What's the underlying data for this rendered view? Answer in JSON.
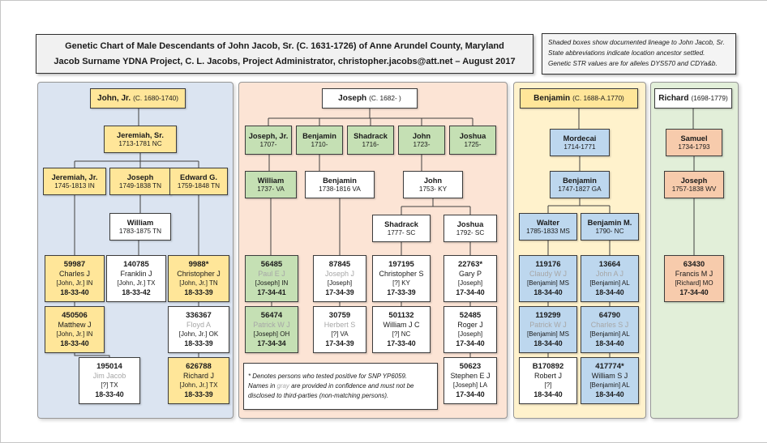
{
  "title": {
    "line1": "Genetic Chart of Male Descendants of John Jacob, Sr. (C. 1631-1726) of Anne Arundel County, Maryland",
    "line2": "Jacob Surname YDNA Project, C. L. Jacobs, Project Administrator, christopher.jacobs@att.net – August 2017"
  },
  "legend": {
    "line1": "Shaded boxes show documented lineage to John Jacob, Sr.",
    "line2": "State abbreviations indicate location ancestor settled.",
    "line3": "Genetic STR values are for alleles DYS570 and CDYa&b."
  },
  "footnote": {
    "line1": "* Denotes persons who tested positive for SNP YP6059.",
    "line2_pre": "Names in ",
    "line2_gray": "gray",
    "line2_post": " are provided in confidence and must not be",
    "line3": "disclosed to third-parties (non-matching persons)."
  },
  "colors": {
    "panel-blue": "#dbe4f1",
    "panel-peach": "#fce4d5",
    "panel-yellow": "#fff2cc",
    "panel-green": "#e2efd9",
    "box-yellow": "#ffe699",
    "box-green": "#c5e0b4",
    "box-blue": "#bdd7ee",
    "box-pink": "#f7cbac",
    "box-white": "#ffffff",
    "gray-name": "#a6a6a6",
    "line": "#404040"
  },
  "panels": {
    "p1": {
      "header": {
        "name": "John, Jr.",
        "dates": "(C. 1680-1740)"
      },
      "jeremiah_sr": {
        "name": "Jeremiah, Sr.",
        "dates": "1713-1781 NC"
      },
      "jeremiah_jr": {
        "name": "Jeremiah, Jr.",
        "dates": "1745-1813 IN"
      },
      "joseph": {
        "name": "Joseph",
        "dates": "1749-1838 TN"
      },
      "edward_g": {
        "name": "Edward G.",
        "dates": "1759-1848 TN"
      },
      "william": {
        "name": "William",
        "dates": "1783-1875 TN"
      },
      "k59987": {
        "kit": "59987",
        "person": "Charles J",
        "lineage": "[John, Jr.] IN",
        "str": "18-33-40"
      },
      "k140785": {
        "kit": "140785",
        "person": "Franklin J",
        "lineage": "[John, Jr.] TX",
        "str": "18-33-42"
      },
      "k9988": {
        "kit": "9988*",
        "person": "Christopher J",
        "lineage": "[John, Jr.] TN",
        "str": "18-33-39"
      },
      "k450506": {
        "kit": "450506",
        "person": "Matthew J",
        "lineage": "[John, Jr.] IN",
        "str": "18-33-40"
      },
      "k336367": {
        "kit": "336367",
        "person": "Floyd A",
        "lineage": "[John, Jr.] OK",
        "str": "18-33-39"
      },
      "k195014": {
        "kit": "195014",
        "person": "Jim Jacob",
        "lineage": "[?] TX",
        "str": "18-33-40"
      },
      "k626788": {
        "kit": "626788",
        "person": "Richard J",
        "lineage": "[John, Jr.] TX",
        "str": "18-33-39"
      }
    },
    "p2": {
      "header": {
        "name": "Joseph",
        "dates": "(C. 1682- )"
      },
      "joseph_jr": {
        "name": "Joseph, Jr.",
        "dates": "1707-"
      },
      "benjamin": {
        "name": "Benjamin",
        "dates": "1710-"
      },
      "shadrack": {
        "name": "Shadrack",
        "dates": "1716-"
      },
      "john": {
        "name": "John",
        "dates": "1723-"
      },
      "joshua": {
        "name": "Joshua",
        "dates": "1725-"
      },
      "william": {
        "name": "William",
        "dates": "1737- VA"
      },
      "benjamin2": {
        "name": "Benjamin",
        "dates": "1738-1816 VA"
      },
      "john2": {
        "name": "John",
        "dates": "1753- KY"
      },
      "shadrack2": {
        "name": "Shadrack",
        "dates": "1777- SC"
      },
      "joshua2": {
        "name": "Joshua",
        "dates": "1792- SC"
      },
      "k56485": {
        "kit": "56485",
        "person": "Paul E J",
        "lineage": "[Joseph] IN",
        "str": "17-34-41"
      },
      "k87845": {
        "kit": "87845",
        "person": "Joseph J",
        "lineage": "[Joseph]",
        "str": "17-34-39"
      },
      "k197195": {
        "kit": "197195",
        "person": "Christopher S",
        "lineage": "[?] KY",
        "str": "17-33-39"
      },
      "k22763": {
        "kit": "22763*",
        "person": "Gary P",
        "lineage": "[Joseph]",
        "str": "17-34-40"
      },
      "k56474": {
        "kit": "56474",
        "person": "Patrick W J",
        "lineage": "[Joseph] OH",
        "str": "17-34-34"
      },
      "k30759": {
        "kit": "30759",
        "person": "Herbert S",
        "lineage": "[?] VA",
        "str": "17-34-39"
      },
      "k501132": {
        "kit": "501132",
        "person": "William J C",
        "lineage": "[?] NC",
        "str": "17-33-40"
      },
      "k52485": {
        "kit": "52485",
        "person": "Roger J",
        "lineage": "[Joseph]",
        "str": "17-34-40"
      },
      "k50623": {
        "kit": "50623",
        "person": "Stephen E J",
        "lineage": "[Joseph] LA",
        "str": "17-34-40"
      }
    },
    "p3": {
      "header": {
        "name": "Benjamin",
        "dates": "(C. 1688-A.1770)"
      },
      "mordecai": {
        "name": "Mordecai",
        "dates": "1714-1771"
      },
      "benjamin2": {
        "name": "Benjamin",
        "dates": "1747-1827 GA"
      },
      "walter": {
        "name": "Walter",
        "dates": "1785-1833 MS"
      },
      "benjamin_m": {
        "name": "Benjamin M.",
        "dates": "1790- NC"
      },
      "k119176": {
        "kit": "119176",
        "person": "Claudy W J",
        "lineage": "[Benjamin] MS",
        "str": "18-34-40"
      },
      "k13664": {
        "kit": "13664",
        "person": "John A J",
        "lineage": "[Benjamin] AL",
        "str": "18-34-40"
      },
      "k119299": {
        "kit": "119299",
        "person": "Patrick W J",
        "lineage": "[Benjamin] MS",
        "str": "18-34-40"
      },
      "k64790": {
        "kit": "64790",
        "person": "Charles S J",
        "lineage": "[Benjamin] AL",
        "str": "18-34-40"
      },
      "kB170892": {
        "kit": "B170892",
        "person": "Robert J",
        "lineage": "[?]",
        "str": "18-34-40"
      },
      "k417774": {
        "kit": "417774*",
        "person": "William S J",
        "lineage": "[Benjamin] AL",
        "str": "18-34-40"
      }
    },
    "p4": {
      "header": {
        "name": "Richard",
        "dates": "(1698-1779)"
      },
      "samuel": {
        "name": "Samuel",
        "dates": "1734-1793"
      },
      "joseph": {
        "name": "Joseph",
        "dates": "1757-1838 WV"
      },
      "k63430": {
        "kit": "63430",
        "person": "Francis M J",
        "lineage": "[Richard] MO",
        "str": "17-34-40"
      }
    }
  }
}
